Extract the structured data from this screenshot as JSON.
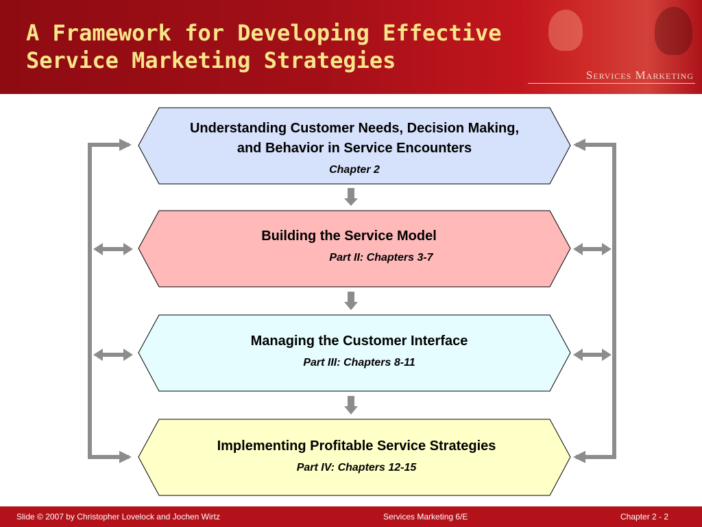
{
  "slide": {
    "title_line1": "A Framework for Developing Effective",
    "title_line2": "Service Marketing Strategies",
    "brand": "Services Marketing"
  },
  "boxes": [
    {
      "title_line1": "Understanding Customer Needs, Decision Making,",
      "title_line2": "and Behavior in Service Encounters",
      "subtitle": "Chapter 2",
      "fill": "#d6e1fb"
    },
    {
      "title_line1": "Building the Service Model",
      "subtitle": "Part II: Chapters 3-7",
      "fill": "#ffb9b9"
    },
    {
      "title_line1": "Managing the Customer Interface",
      "subtitle": "Part III: Chapters 8-11",
      "fill": "#e6fdff"
    },
    {
      "title_line1": "Implementing Profitable Service Strategies",
      "subtitle": "Part IV: Chapters 12-15",
      "fill": "#ffffc8"
    }
  ],
  "footer": {
    "left": "Slide © 2007 by Christopher Lovelock and Jochen Wirtz",
    "center": "Services Marketing 6/E",
    "right": "Chapter  2 - 2"
  },
  "colors": {
    "header_red": "#a30f17",
    "title_yellow": "#f9e58a",
    "arrow_gray": "#8c8c8c",
    "footer_red": "#b3121a"
  }
}
